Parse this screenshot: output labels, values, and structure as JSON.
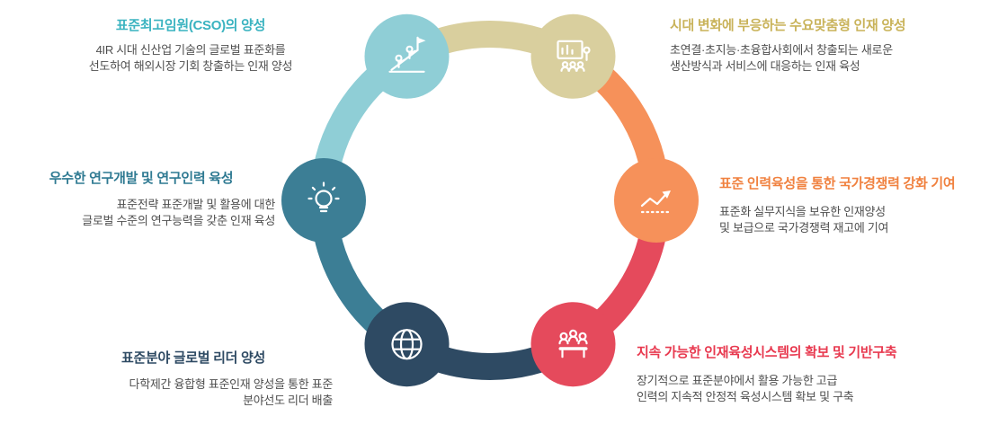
{
  "diagram": {
    "type": "cycle",
    "items": [
      {
        "id": "cso-training",
        "title": "표준최고임원(CSO)의 양성",
        "body": "4IR 시대 신산업 기술의 글로벌 표준화를\n선도하여 해외시장 기회 창출하는 인재 양성",
        "color": "#8fced6",
        "title_color": "#3ab3c0",
        "icon": "climb-flag-icon"
      },
      {
        "id": "demand-tailored-training",
        "title": "시대 변화에 부응하는 수요맞춤형 인재 양성",
        "body": "초연결·초지능·초융합사회에서 창출되는 새로운\n생산방식과 서비스에 대응하는 인재 육성",
        "color": "#d9cf9e",
        "title_color": "#c9b35a",
        "icon": "presentation-icon"
      },
      {
        "id": "national-competitiveness",
        "title": "표준 인력육성을 통한 국가경쟁력 강화 기여",
        "body": "표준화 실무지식을 보유한 인재양성\n및 보급으로 국가경쟁력 재고에 기여",
        "color": "#f6915a",
        "title_color": "#f0813f",
        "icon": "growth-chart-icon"
      },
      {
        "id": "sustainable-system",
        "title": "지속 가능한 인재육성시스템의 확보 및 기반구축",
        "body": "장기적으로 표준분야에서 활용 가능한 고급\n인력의 지속적 안정적 육성시스템 확보 및 구축",
        "color": "#e54a5c",
        "title_color": "#e8394f",
        "icon": "meeting-people-icon"
      },
      {
        "id": "global-leader",
        "title": "표준분야 글로벌 리더 양성",
        "body": "다학제간 융합형 표준인재 양성을 통한 표준\n분야선도 리더 배출",
        "color": "#2e4a63",
        "title_color": "#2e4a63",
        "icon": "globe-icon"
      },
      {
        "id": "rnd-talent",
        "title": "우수한 연구개발 및 연구인력 육성",
        "body": "표준전략 표준개발 및 활용에 대한\n글로벌 수준의 연구능력을 갖춘 인재 육성",
        "color": "#3c7e95",
        "title_color": "#2f7a92",
        "icon": "lightbulb-icon"
      }
    ]
  }
}
